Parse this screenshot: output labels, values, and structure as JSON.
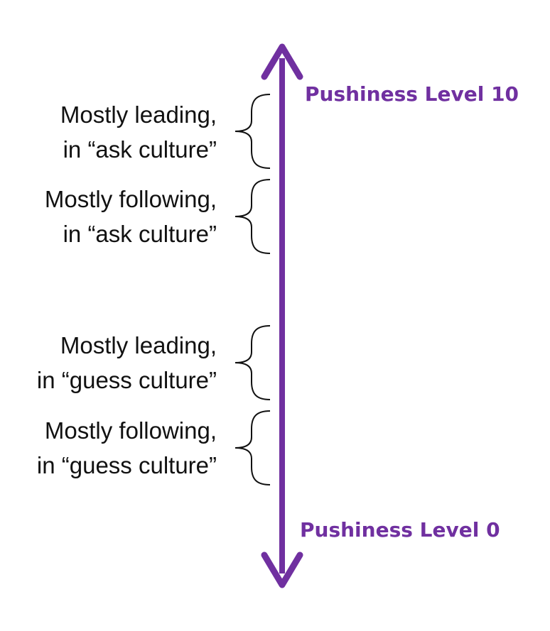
{
  "diagram": {
    "accent_color": "#7030A0",
    "top_label": "Pushiness Level 10",
    "bottom_label": "Pushiness Level 0",
    "groups": [
      {
        "line1": "Mostly leading,",
        "line2": "in “ask culture”"
      },
      {
        "line1": "Mostly following,",
        "line2": "in “ask culture”"
      },
      {
        "line1": "Mostly leading,",
        "line2": "in “guess culture”"
      },
      {
        "line1": "Mostly following,",
        "line2": "in “guess culture”"
      }
    ]
  }
}
